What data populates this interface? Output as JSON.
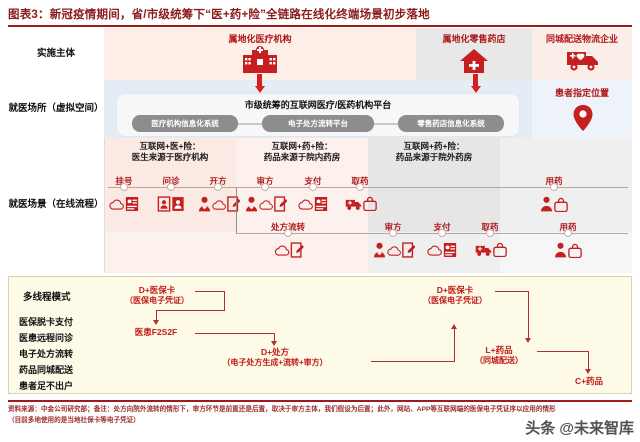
{
  "title": "图表3：新冠疫情期间，省/市级统筹下“医+药+险”全链路在线化终端场景初步落地",
  "rows": [
    {
      "label_line1": "实施主体",
      "label_line2": ""
    },
    {
      "label_line1": "就医场所",
      "label_line2": "（虚拟空间）"
    },
    {
      "label_line1": "就医场景",
      "label_line2": "（在线流程）"
    }
  ],
  "entities": [
    {
      "name": "属地化医疗机构",
      "icon": "hospital-icon"
    },
    {
      "name": "属地化零售药店",
      "icon": "pharmacy-store-icon"
    },
    {
      "name": "同城配送物流企业",
      "icon": "delivery-truck-icon"
    }
  ],
  "platform": {
    "title": "市级统筹的互联网医疗/医药机构平台",
    "boxes": [
      "医疗机构信息化系统",
      "电子处方流转平台",
      "零售药店信息化系统"
    ]
  },
  "patient_location": {
    "label": "患者指定位置",
    "icon": "map-pin-icon"
  },
  "scenario_headers": [
    {
      "line1": "互联网+医+险：",
      "line2": "医生来源于医疗机构"
    },
    {
      "line1": "互联网+药+险：",
      "line2": "药品来源于院内药房"
    },
    {
      "line1": "互联网+药+险：",
      "line2": "药品来源于院外药房"
    }
  ],
  "timeline_top": {
    "steps": [
      "挂号",
      "问诊",
      "开方",
      "审方",
      "支付",
      "取药",
      "用药"
    ],
    "icons": [
      [
        "cloud-icon",
        "id-card-icon"
      ],
      [
        "person-card-icon",
        "person-card-icon"
      ],
      [
        "doctor-icon",
        "cloud-icon",
        "prescription-pen-icon"
      ],
      [
        "doctor-icon",
        "cloud-icon",
        "prescription-pen-icon"
      ],
      [
        "cloud-icon",
        "payment-card-icon"
      ],
      [
        "delivery-truck-icon",
        "medicine-bag-icon"
      ],
      [
        "patient-icon",
        "medicine-bag-icon"
      ]
    ]
  },
  "timeline_bottom": {
    "steps": [
      "处方流转",
      "审方",
      "支付",
      "取药",
      "用药"
    ],
    "icons": [
      [
        "cloud-icon",
        "prescription-pen-icon"
      ],
      [
        "doctor-icon",
        "cloud-icon",
        "prescription-pen-icon"
      ],
      [
        "cloud-icon",
        "payment-card-icon"
      ],
      [
        "delivery-truck-icon",
        "medicine-bag-icon"
      ],
      [
        "patient-icon",
        "medicine-bag-icon"
      ]
    ]
  },
  "flow": {
    "mode_label": "多线程模式",
    "features": [
      "医保脱卡支付",
      "医患远程问诊",
      "电子处方流转",
      "药品同城配送",
      "患者足不出户"
    ],
    "nodes": [
      {
        "id": "n1",
        "line1": "D+医保卡",
        "line2": "（医保电子凭证）"
      },
      {
        "id": "n2",
        "line1": "医患F2S2F",
        "line2": ""
      },
      {
        "id": "n3",
        "line1": "D+处方",
        "line2": "（电子处方生成+流转+审方）"
      },
      {
        "id": "n4",
        "line1": "D+医保卡",
        "line2": "（医保电子凭证）"
      },
      {
        "id": "n5",
        "line1": "L+药品",
        "line2": "（同城配送）"
      },
      {
        "id": "n6",
        "line1": "C+药品",
        "line2": ""
      }
    ]
  },
  "footer": {
    "text": "资料来源：中金公司研究部；备注：处方向院外流转的情形下，审方环节是前置还是后置，取决于审方主体，我们假设为后置；此外，网站、APP等互联网端的医保电子凭证序以应用的情形（目前多地使用的是当地社保卡等电子凭证）",
    "watermark": "头条 @未来智库"
  },
  "colors": {
    "brand_red": "#b01a1a",
    "arrow_red": "#d42020",
    "panel_yellow": "#fdfbe7",
    "blue_tint": "#e4ecf5",
    "pink_tint": "#fbe9e4"
  }
}
